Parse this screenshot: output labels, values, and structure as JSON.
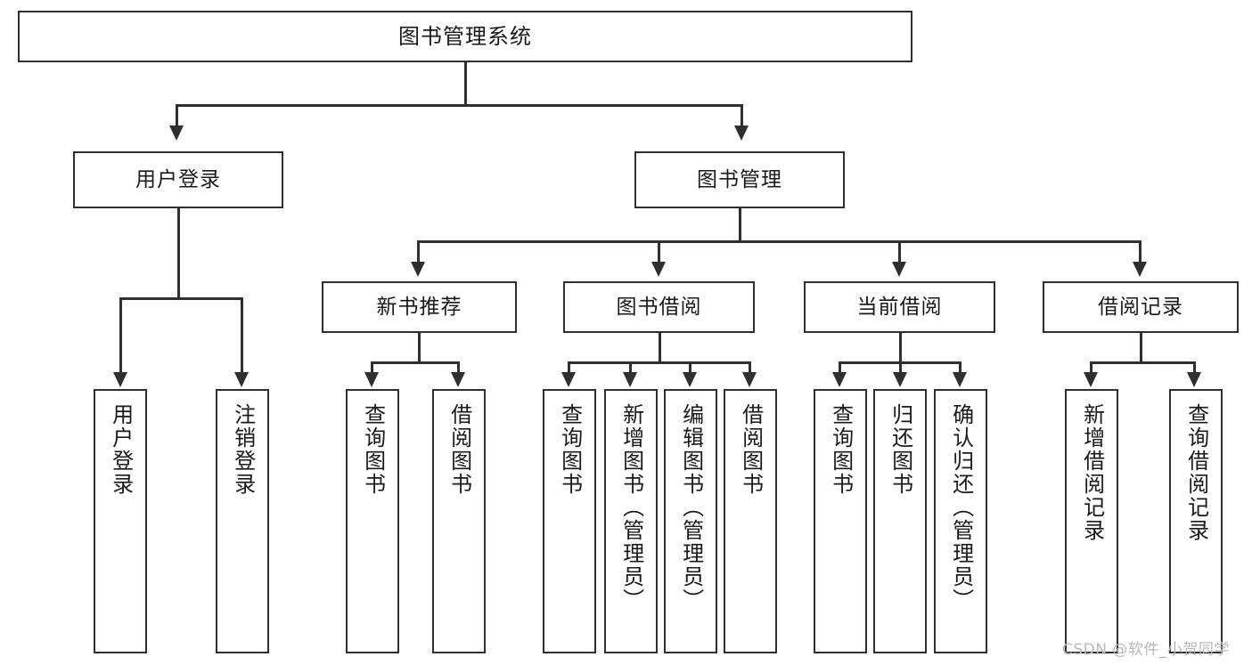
{
  "diagram": {
    "title": "图书管理系统",
    "type": "tree-hierarchy-diagram",
    "colors": {
      "stroke": "#2f2f2f",
      "background": "#ffffff",
      "text": "#1a1a1a",
      "watermark": "#b9b9b9"
    },
    "root": {
      "label": "图书管理系统"
    },
    "level1": [
      {
        "label": "用户登录"
      },
      {
        "label": "图书管理"
      }
    ],
    "user_login_children": [
      {
        "label": "用户登录"
      },
      {
        "label": "注销登录"
      }
    ],
    "book_manage_children": [
      {
        "label": "新书推荐"
      },
      {
        "label": "图书借阅"
      },
      {
        "label": "当前借阅"
      },
      {
        "label": "借阅记录"
      }
    ],
    "new_book_children": [
      {
        "label": "查询图书"
      },
      {
        "label": "借阅图书"
      }
    ],
    "borrow_book_children": [
      {
        "label": "查询图书"
      },
      {
        "label": "新增图书（管理员）"
      },
      {
        "label": "编辑图书（管理员）"
      },
      {
        "label": "借阅图书"
      }
    ],
    "current_borrow_children": [
      {
        "label": "查询图书"
      },
      {
        "label": "归还图书"
      },
      {
        "label": "确认归还（管理员）"
      }
    ],
    "borrow_record_children": [
      {
        "label": "新增借阅记录"
      },
      {
        "label": "查询借阅记录"
      }
    ]
  },
  "watermark": {
    "text": "CSDN @软件_小贺同学"
  }
}
